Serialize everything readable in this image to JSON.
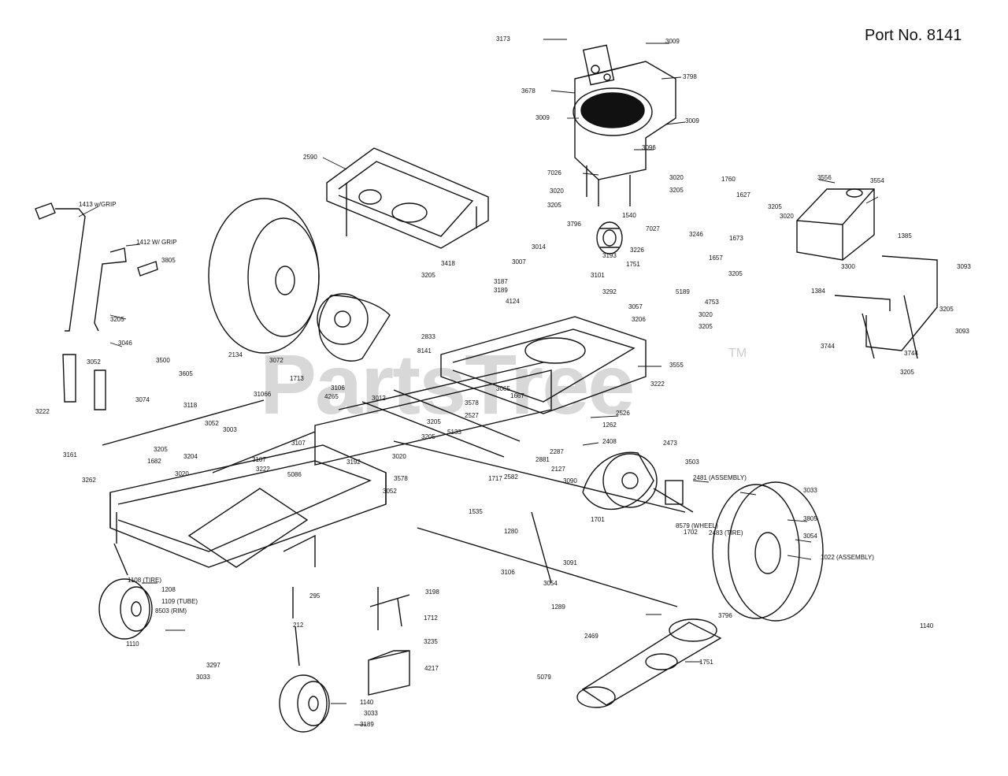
{
  "title": "Port No. 8141",
  "watermark": {
    "text": "PartsTree",
    "tm": "TM"
  },
  "colors": {
    "ink": "#111111",
    "watermark": "#d8d8d8",
    "background": "#ffffff"
  },
  "callouts": [
    "3173",
    "3009",
    "3798",
    "3678",
    "3009",
    "3009",
    "2590",
    "3096",
    "3020",
    "7026",
    "3020",
    "3205",
    "3205",
    "1760",
    "1627",
    "3556",
    "3554",
    "3205",
    "3020",
    "1413 w/GRIP",
    "1412 W/ GRIP",
    "3805",
    "3796",
    "1540",
    "7027",
    "3246",
    "1673",
    "1385",
    "3014",
    "3007",
    "3418",
    "3205",
    "3187",
    "3189",
    "4124",
    "3193",
    "3226",
    "1751",
    "1657",
    "3101",
    "3205",
    "3300",
    "3093",
    "3292",
    "5189",
    "1384",
    "4753",
    "3057",
    "3205",
    "3206",
    "3020",
    "3205",
    "3205",
    "3093",
    "3744",
    "3744",
    "3205",
    "3046",
    "2833",
    "8141",
    "3555",
    "3222",
    "3500",
    "3605",
    "2134",
    "3072",
    "1713",
    "3106",
    "31066",
    "4265",
    "3065",
    "1667",
    "3052",
    "3074",
    "3118",
    "3012",
    "3578",
    "3222",
    "3052",
    "2527",
    "3205",
    "2526",
    "3205",
    "5133",
    "1262",
    "3003",
    "3107",
    "2408",
    "2473",
    "3204",
    "2287",
    "3503",
    "3161",
    "3205",
    "3107",
    "3222",
    "1682",
    "2881",
    "3192",
    "3020",
    "3262",
    "3020",
    "2127",
    "5086",
    "3578",
    "1717",
    "2582",
    "3052",
    "3090",
    "2481 (ASSEMBLY)",
    "3033",
    "1535",
    "1701",
    "8579 (WHEEL)",
    "1702",
    "3805",
    "2483 (TIRE)",
    "3054",
    "1280",
    "3091",
    "1022 (ASSEMBLY)",
    "1108 (TIRE)",
    "1208",
    "295",
    "3106",
    "3054",
    "1109 (TUBE)",
    "8503 (RIM)",
    "1289",
    "3198",
    "3796",
    "1140",
    "212",
    "1712",
    "1110",
    "2469",
    "3235",
    "1751",
    "3297",
    "3033",
    "4217",
    "5079",
    "1140",
    "3033",
    "3189"
  ]
}
